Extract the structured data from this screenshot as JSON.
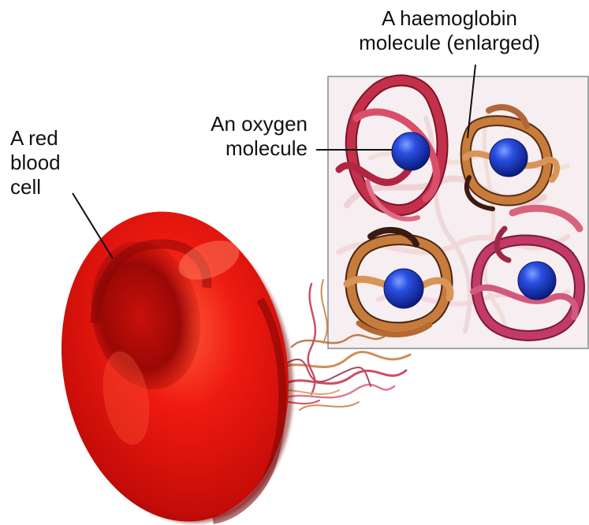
{
  "labels": {
    "red_blood_cell": [
      "A red",
      "blood",
      "cell"
    ],
    "oxygen_molecule": [
      "An oxygen",
      "molecule"
    ],
    "haemoglobin": [
      "A haemoglobin",
      "molecule (enlarged)"
    ]
  },
  "colors": {
    "cell_main": "#e0140c",
    "cell_dark": "#8e0706",
    "cell_highlight": "#ff6a4a",
    "chain_crimson": "#c4304b",
    "chain_pink": "#d9637b",
    "chain_orange": "#c77c3c",
    "chain_dark": "#3a1a12",
    "oxygen_blue": "#1f3fc8",
    "box_border": "#8a8a8a",
    "leader_line": "#111111"
  }
}
